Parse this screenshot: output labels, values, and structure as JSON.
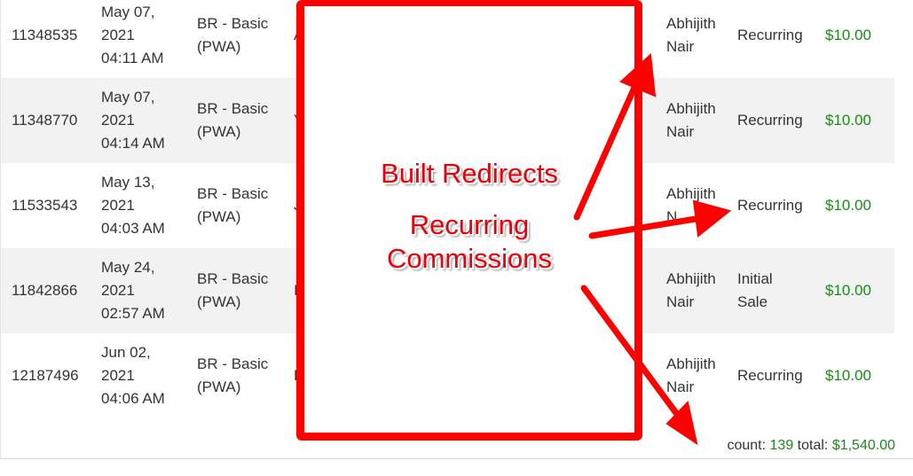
{
  "rows": [
    {
      "id": "11348535",
      "date": [
        "May 07,",
        "2021",
        "04:11 AM"
      ],
      "product": [
        "BR - Basic",
        "(PWA)"
      ],
      "customer": "A",
      "rep": [
        "Abhijith",
        "Nair"
      ],
      "type": [
        "Recurring"
      ],
      "amount": "$10.00"
    },
    {
      "id": "11348770",
      "date": [
        "May 07,",
        "2021",
        "04:14 AM"
      ],
      "product": [
        "BR - Basic",
        "(PWA)"
      ],
      "customer": "Y",
      "rep": [
        "Abhijith",
        "Nair"
      ],
      "type": [
        "Recurring"
      ],
      "amount": "$10.00"
    },
    {
      "id": "11533543",
      "date": [
        "May 13,",
        "2021",
        "04:03 AM"
      ],
      "product": [
        "BR - Basic",
        "(PWA)"
      ],
      "customer": "J",
      "rep": [
        "Abhijith",
        "N"
      ],
      "type": [
        "Recurring"
      ],
      "amount": "$10.00"
    },
    {
      "id": "11842866",
      "date": [
        "May 24,",
        "2021",
        "02:57 AM"
      ],
      "product": [
        "BR - Basic",
        "(PWA)"
      ],
      "customer": "I",
      "rep": [
        "Abhijith",
        "Nair"
      ],
      "type": [
        "Initial",
        "Sale"
      ],
      "amount": "$10.00"
    },
    {
      "id": "12187496",
      "date": [
        "Jun 02,",
        "2021",
        "04:06 AM"
      ],
      "product": [
        "BR - Basic",
        "(PWA)"
      ],
      "customer": "D",
      "rep": [
        "Abhijith",
        "Nair"
      ],
      "type": [
        "Recurring"
      ],
      "amount": "$10.00"
    }
  ],
  "summary": {
    "count_label": "count:",
    "count_value": "139",
    "total_label": "total:",
    "total_value": "$1,540.00"
  },
  "callout": {
    "line1": "Built Redirects",
    "line2": "Recurring",
    "line3": "Commissions"
  },
  "colors": {
    "annotation": "#ff0000",
    "money": "#1a8a1a"
  }
}
